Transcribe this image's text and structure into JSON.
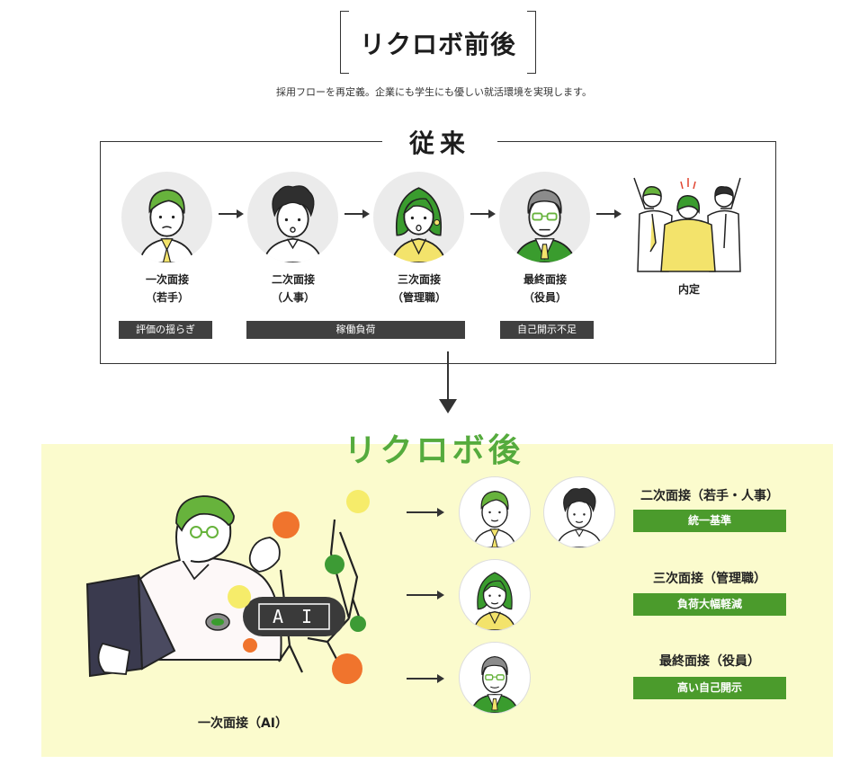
{
  "header": {
    "title": "リクロボ前後",
    "subtitle": "採用フローを再定義。企業にも学生にも優しい就活環境を実現します。"
  },
  "before": {
    "label": "従来",
    "steps": [
      {
        "line1": "一次面接",
        "line2": "（若手）"
      },
      {
        "line1": "二次面接",
        "line2": "（人事）"
      },
      {
        "line1": "三次面接",
        "line2": "（管理職）"
      },
      {
        "line1": "最終面接",
        "line2": "（役員）"
      },
      {
        "line1": "内定",
        "line2": ""
      }
    ],
    "tags": [
      "評価の揺らぎ",
      "稼働負荷",
      "自己開示不足"
    ]
  },
  "after": {
    "label": "リクロボ後",
    "ai_badge": "A I",
    "hero_label": "一次面接（AI）",
    "results": [
      {
        "title": "二次面接（若手・人事）",
        "tag": "統一基準"
      },
      {
        "title": "三次面接（管理職）",
        "tag": "負荷大幅軽減"
      },
      {
        "title": "最終面接（役員）",
        "tag": "高い自己開示"
      }
    ]
  },
  "colors": {
    "accent_green": "#55ab3d",
    "tag_dark": "#404040",
    "tag_green": "#4b9b2c",
    "panel_bg": "#fbfbcd",
    "tie_yellow": "#f3e36b",
    "node_orange": "#f0742d",
    "node_yellow": "#f6ec6a",
    "node_green": "#3d9b35"
  },
  "icons": {
    "arrow": "arrow-right-icon",
    "down": "arrow-down-icon"
  }
}
